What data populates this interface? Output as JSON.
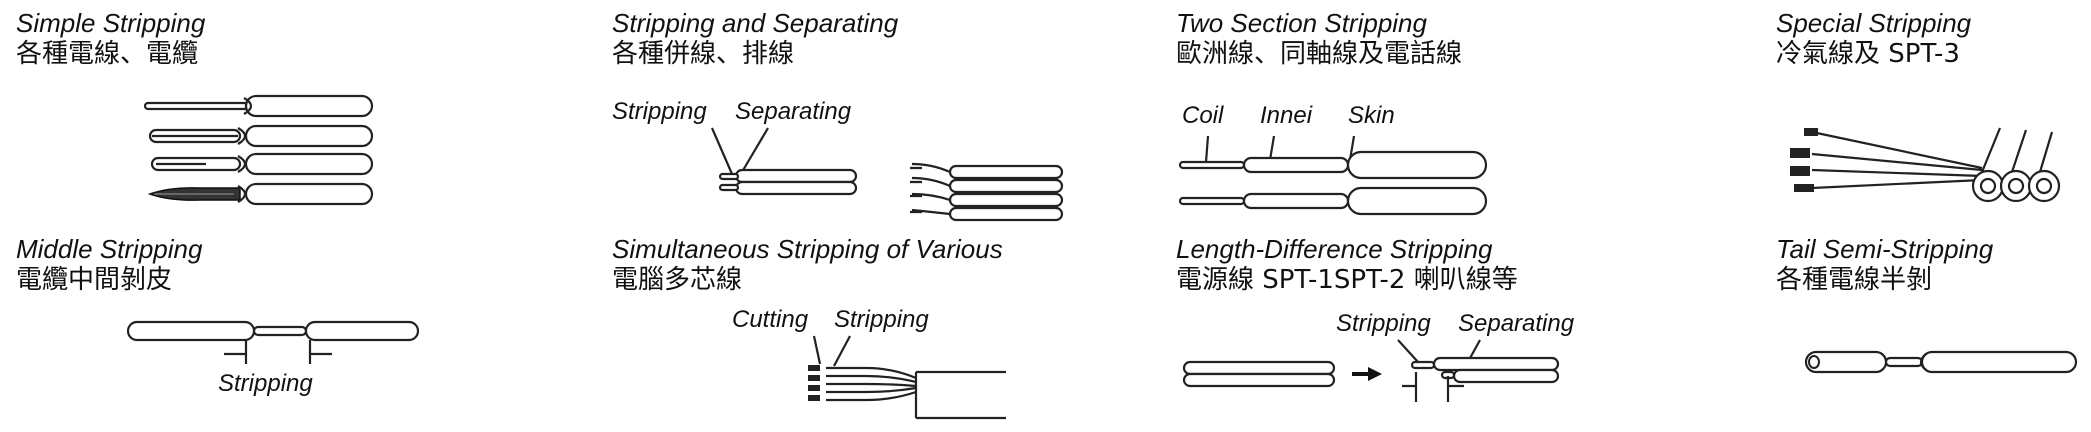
{
  "panels": [
    {
      "en": "Simple Stripping",
      "zh": "各種電線、電纜"
    },
    {
      "en": "Stripping and Separating",
      "zh": "各種併線、排線",
      "labels": [
        "Stripping",
        "Separating"
      ]
    },
    {
      "en": "Two Section Stripping",
      "zh": "歐洲線、同軸線及電話線",
      "labels": [
        "Coil",
        "Innei",
        "Skin"
      ]
    },
    {
      "en": "Special Stripping",
      "zh": "冷氣線及 SPT-3"
    },
    {
      "en": "Middle Stripping",
      "zh": "電纜中間剝皮",
      "labels": [
        "Stripping"
      ]
    },
    {
      "en": "Simultaneous Stripping of Various",
      "zh": "電腦多芯線",
      "labels": [
        "Cutting",
        "Stripping"
      ]
    },
    {
      "en": "Length-Difference Stripping",
      "zh": "電源線 SPT-1SPT-2 喇叭線等",
      "labels": [
        "Stripping",
        "Separating"
      ]
    },
    {
      "en": "Tail Semi-Stripping",
      "zh": "各種電線半剝"
    }
  ]
}
